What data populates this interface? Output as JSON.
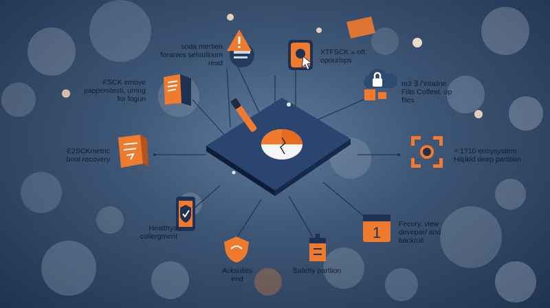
{
  "colors": {
    "accent": "#f07a2e",
    "navy": "#233a5e",
    "label_text": "#0f1c2e"
  },
  "device": {
    "name": "central-drive",
    "icon": "hard-drive-with-pie-and-wrench"
  },
  "labels": [
    {
      "id": "top_left",
      "text": "soda mertien\nforanies sehiolloum\nread",
      "icon": "warning-triangle-icon"
    },
    {
      "id": "top_center",
      "text": "XTFSCK » oft\nopourisps",
      "icon": "tablet-cursor-icon"
    },
    {
      "id": "left_book",
      "text": "FSCK emoye\npapperstesti, urring\nfor fogun",
      "icon": "book-icon"
    },
    {
      "id": "right_cloud",
      "text": "m3 ∃ /'intaline\nFilts Coffeet. op\nfiles",
      "icon": "cloud-lock-icon"
    },
    {
      "id": "left_folder",
      "text": "E2SCKmetric\nboot recovery",
      "icon": "folder-icon"
    },
    {
      "id": "right_expand",
      "text": "= 1?10 enoysystem\nHilpkid deep partition",
      "icon": "expand-arrows-icon"
    },
    {
      "id": "bottom_left",
      "text": "Healthya\ncollergment",
      "icon": "phone-shield-icon"
    },
    {
      "id": "bottom_right",
      "text": "Fecory. vlew\ndevepar/ and\nbackruil",
      "icon": "calendar-icon"
    },
    {
      "id": "bottom_shield",
      "text": "Acksulles\nend",
      "icon": "shield-icon"
    },
    {
      "id": "bottom_box",
      "text": "Safetty partiion",
      "icon": "box-icon"
    }
  ]
}
